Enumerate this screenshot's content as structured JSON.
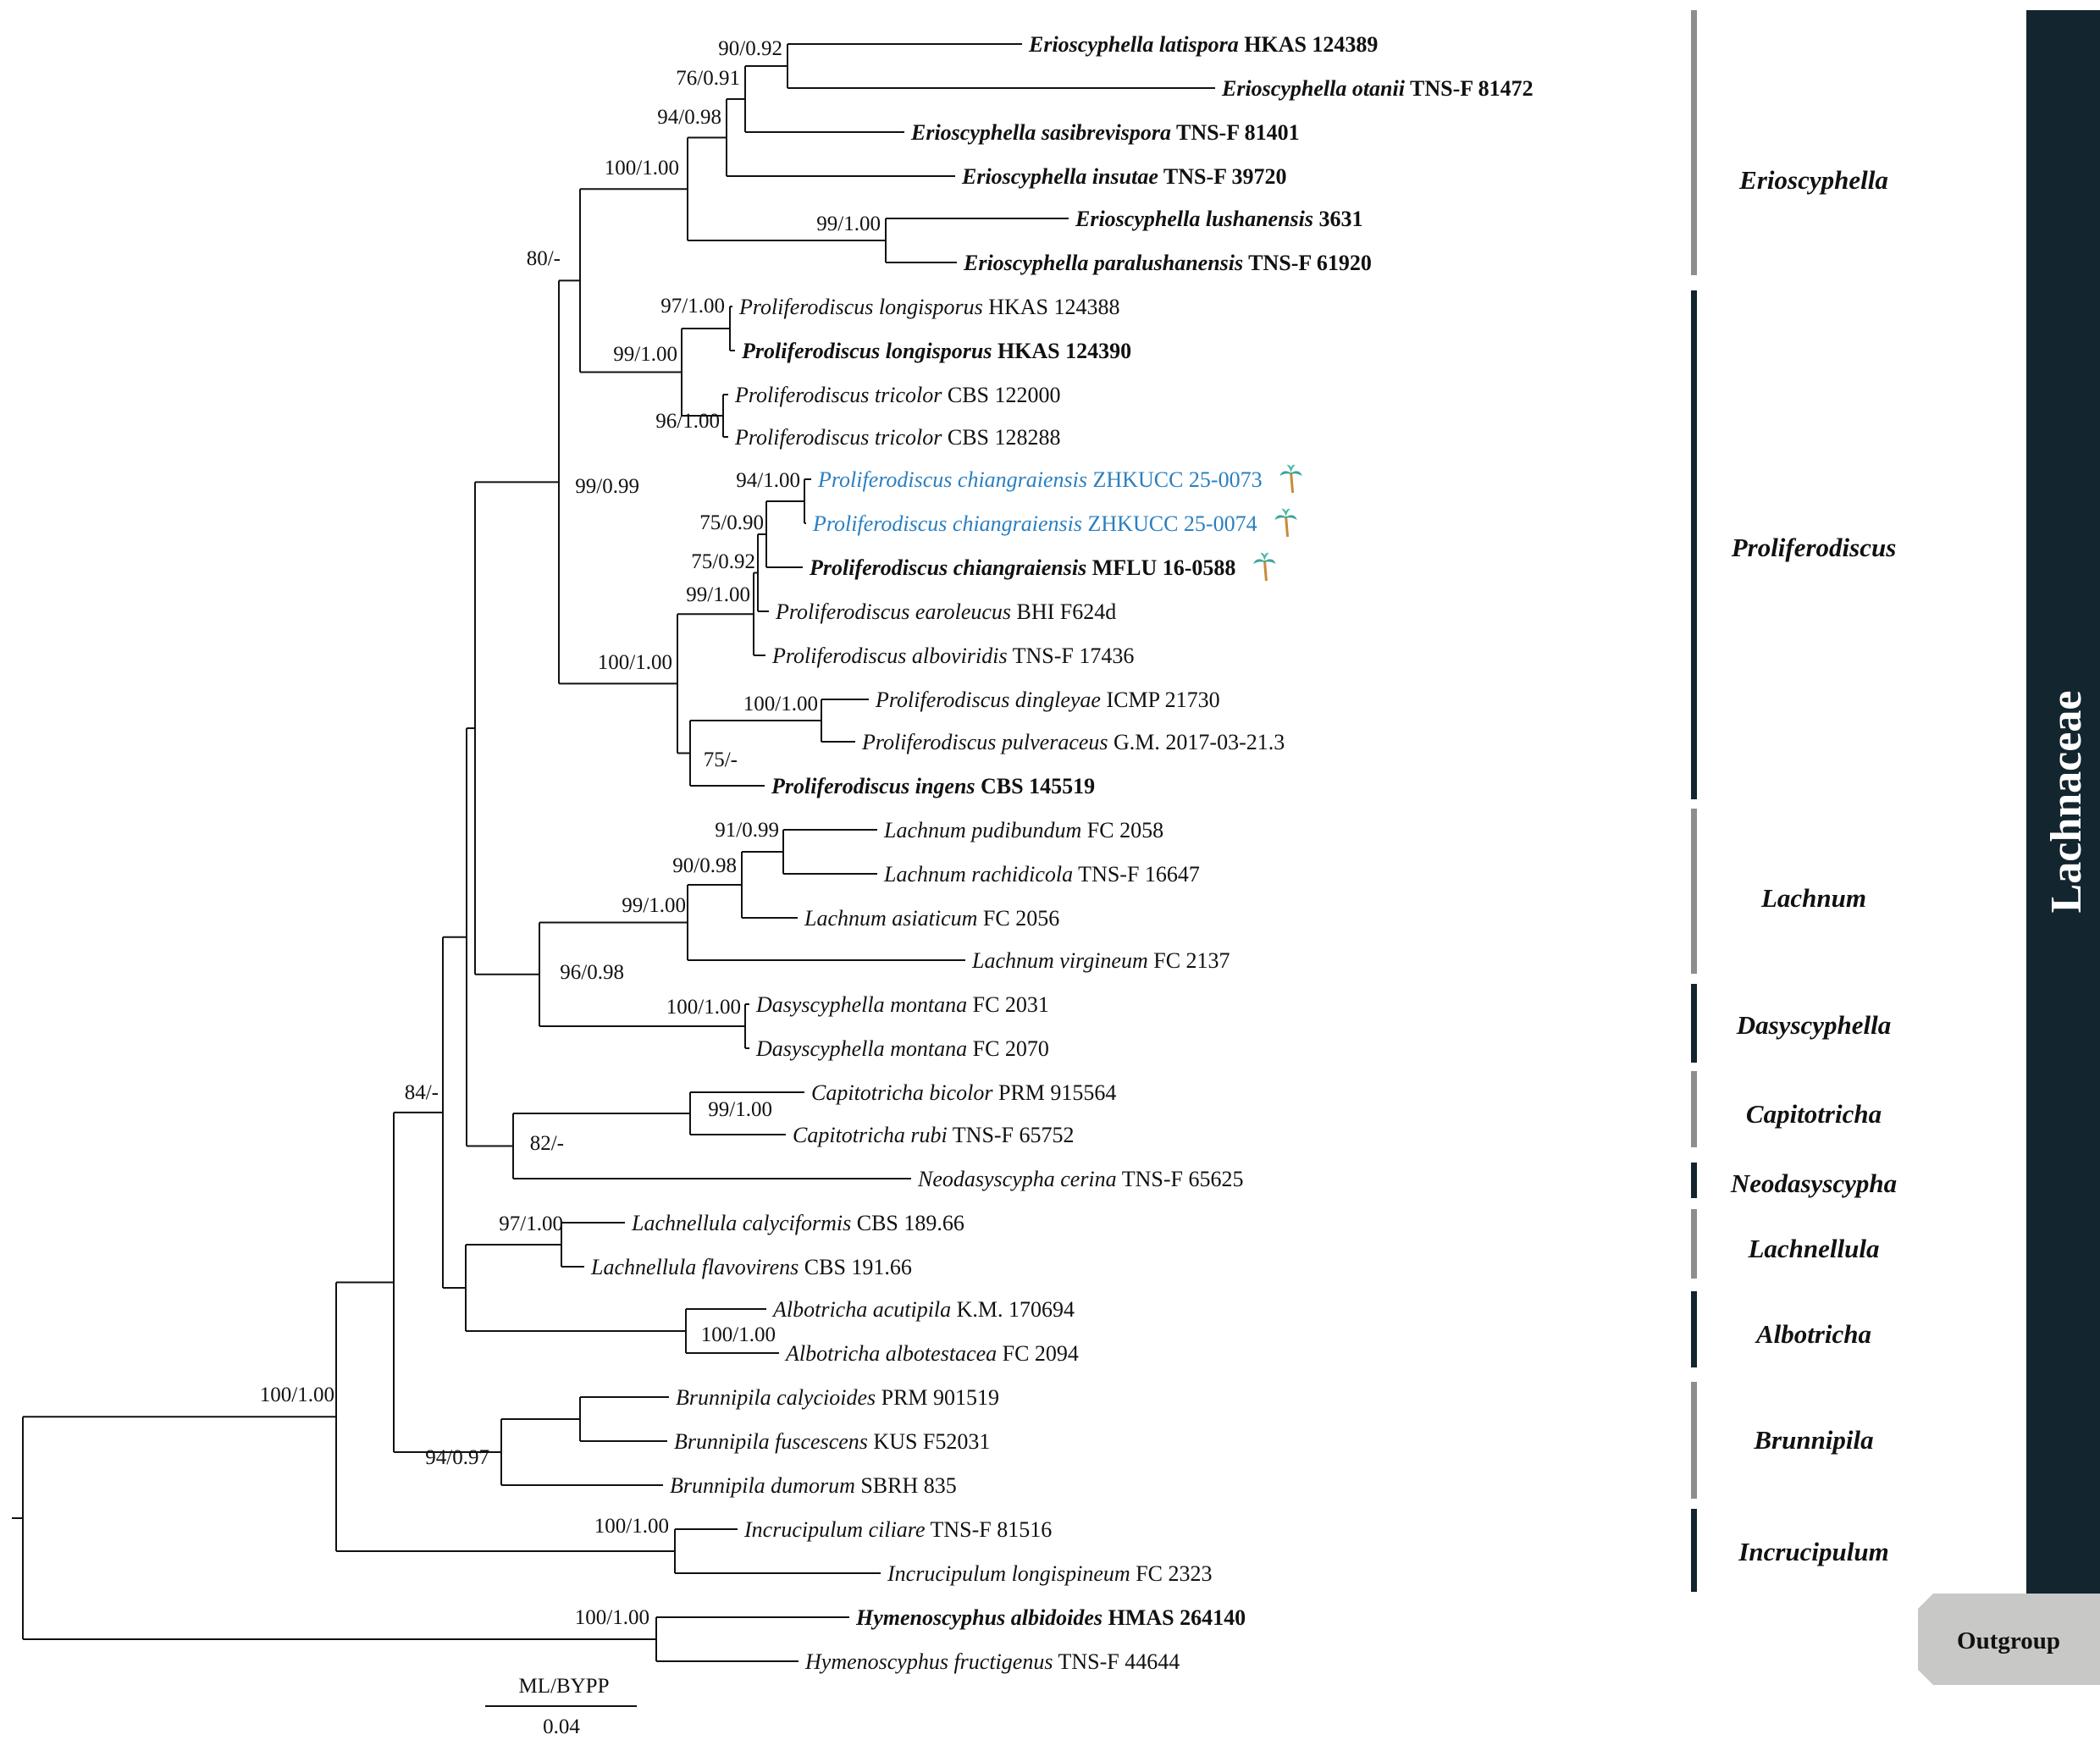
{
  "family": "Lachnaceae",
  "outgroup": "Outgroup",
  "scale": {
    "label_top": "ML/BYPP",
    "label_bottom": "0.04"
  },
  "colors": {
    "highlight": "#2a7fc0",
    "family_bar": "#13252e",
    "clade_dark": "#13252e",
    "clade_grey": "#8e8e8e",
    "outgroup_box": "#c8c8c6",
    "palm_icon": "#3aa89a"
  },
  "taxa": [
    {
      "genus": "Erioscyphella latispora",
      "code": "HKAS 124389",
      "bold": true
    },
    {
      "genus": "Erioscyphella otanii",
      "code": "TNS-F 81472",
      "bold": true
    },
    {
      "genus": "Erioscyphella sasibrevispora",
      "code": "TNS-F 81401",
      "bold": true
    },
    {
      "genus": "Erioscyphella insutae",
      "code": "TNS-F 39720",
      "bold": true
    },
    {
      "genus": "Erioscyphella lushanensis",
      "code": "3631",
      "bold": true
    },
    {
      "genus": "Erioscyphella paralushanensis",
      "code": "TNS-F 61920",
      "bold": true
    },
    {
      "genus": "Proliferodiscus longisporus",
      "code": "HKAS 124388",
      "bold": false
    },
    {
      "genus": "Proliferodiscus longisporus",
      "code": "HKAS 124390",
      "bold": true
    },
    {
      "genus": "Proliferodiscus tricolor",
      "code": "CBS 122000",
      "bold": false
    },
    {
      "genus": "Proliferodiscus tricolor",
      "code": "CBS 128288",
      "bold": false
    },
    {
      "genus": "Proliferodiscus chiangraiensis",
      "code": "ZHKUCC 25-0073",
      "bold": false,
      "highlight": true,
      "icon": "palm-tree-icon"
    },
    {
      "genus": "Proliferodiscus chiangraiensis",
      "code": "ZHKUCC 25-0074",
      "bold": false,
      "highlight": true,
      "icon": "palm-tree-icon"
    },
    {
      "genus": "Proliferodiscus chiangraiensis",
      "code": "MFLU 16-0588",
      "bold": true,
      "icon": "palm-tree-icon"
    },
    {
      "genus": "Proliferodiscus earoleucus",
      "code": "BHI F624d",
      "bold": false
    },
    {
      "genus": "Proliferodiscus alboviridis",
      "code": "TNS-F 17436",
      "bold": false
    },
    {
      "genus": "Proliferodiscus dingleyae",
      "code": "ICMP 21730",
      "bold": false
    },
    {
      "genus": "Proliferodiscus pulveraceus",
      "code": "G.M. 2017-03-21.3",
      "bold": false
    },
    {
      "genus": "Proliferodiscus ingens",
      "code": "CBS 145519",
      "bold": true
    },
    {
      "genus": "Lachnum pudibundum",
      "code": "FC 2058",
      "bold": false
    },
    {
      "genus": "Lachnum rachidicola",
      "code": "TNS-F 16647",
      "bold": false
    },
    {
      "genus": "Lachnum asiaticum",
      "code": "FC 2056",
      "bold": false
    },
    {
      "genus": "Lachnum virgineum",
      "code": "FC 2137",
      "bold": false
    },
    {
      "genus": "Dasyscyphella montana",
      "code": "FC 2031",
      "bold": false
    },
    {
      "genus": "Dasyscyphella montana",
      "code": "FC 2070",
      "bold": false
    },
    {
      "genus": "Capitotricha bicolor",
      "code": "PRM 915564",
      "bold": false
    },
    {
      "genus": "Capitotricha rubi",
      "code": "TNS-F 65752",
      "bold": false
    },
    {
      "genus": "Neodasyscypha cerina",
      "code": "TNS-F 65625",
      "bold": false
    },
    {
      "genus": "Lachnellula calyciformis",
      "code": "CBS 189.66",
      "bold": false
    },
    {
      "genus": "Lachnellula flavovirens",
      "code": "CBS 191.66",
      "bold": false
    },
    {
      "genus": "Albotricha acutipila",
      "code": "K.M. 170694",
      "bold": false
    },
    {
      "genus": "Albotricha albotestacea",
      "code": "FC 2094",
      "bold": false
    },
    {
      "genus": "Brunnipila calycioides",
      "code": "PRM 901519",
      "bold": false
    },
    {
      "genus": "Brunnipila fuscescens",
      "code": "KUS F52031",
      "bold": false
    },
    {
      "genus": "Brunnipila dumorum",
      "code": "SBRH 835",
      "bold": false
    },
    {
      "genus": "Incrucipulum ciliare",
      "code": "TNS-F 81516",
      "bold": false
    },
    {
      "genus": "Incrucipulum longispineum",
      "code": "FC 2323",
      "bold": false
    },
    {
      "genus": "Hymenoscyphus albidoides",
      "code": "HMAS 264140",
      "bold": true
    },
    {
      "genus": "Hymenoscyphus fructigenus",
      "code": "TNS-F 44644",
      "bold": false
    }
  ],
  "support": [
    "90/0.92",
    "76/0.91",
    "94/0.98",
    "100/1.00",
    "99/1.00",
    "80/-",
    "97/1.00",
    "99/1.00",
    "96/1.00",
    "99/0.99",
    "94/1.00",
    "75/0.90",
    "75/0.92",
    "99/1.00",
    "100/1.00",
    "100/1.00",
    "75/-",
    "91/0.99",
    "90/0.98",
    "99/1.00",
    "96/0.98",
    "100/1.00",
    "99/1.00",
    "82/-",
    "84/-",
    "97/1.00",
    "100/1.00",
    "100/1.00",
    "94/0.97",
    "100/1.00",
    "100/1.00"
  ],
  "clades": [
    {
      "name": "Erioscyphella",
      "shade": "grey"
    },
    {
      "name": "Proliferodiscus",
      "shade": "dark"
    },
    {
      "name": "Lachnum",
      "shade": "grey"
    },
    {
      "name": "Dasyscyphella",
      "shade": "dark"
    },
    {
      "name": "Capitotricha",
      "shade": "grey"
    },
    {
      "name": "Neodasyscypha",
      "shade": "dark"
    },
    {
      "name": "Lachnellula",
      "shade": "grey"
    },
    {
      "name": "Albotricha",
      "shade": "dark"
    },
    {
      "name": "Brunnipila",
      "shade": "grey"
    },
    {
      "name": "Incrucipulum",
      "shade": "dark"
    }
  ]
}
